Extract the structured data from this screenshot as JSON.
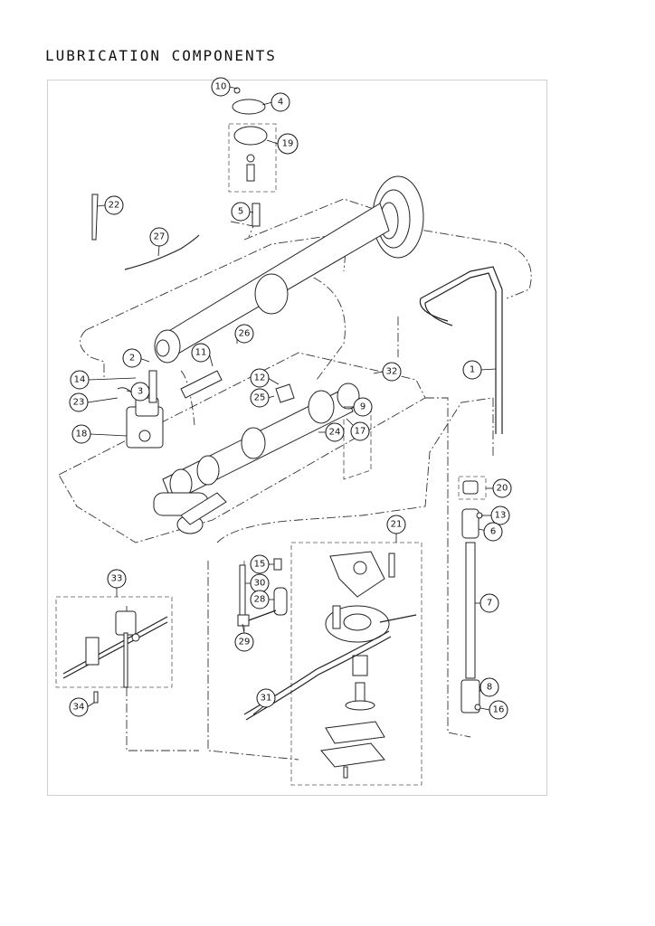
{
  "title": "LUBRICATION COMPONENTS",
  "callouts": [
    {
      "id": "10",
      "label": "10"
    },
    {
      "id": "4",
      "label": "4"
    },
    {
      "id": "19",
      "label": "19"
    },
    {
      "id": "22",
      "label": "22"
    },
    {
      "id": "5",
      "label": "5"
    },
    {
      "id": "27",
      "label": "27"
    },
    {
      "id": "26",
      "label": "26"
    },
    {
      "id": "2",
      "label": "2"
    },
    {
      "id": "11",
      "label": "11"
    },
    {
      "id": "14",
      "label": "14"
    },
    {
      "id": "3",
      "label": "3"
    },
    {
      "id": "23",
      "label": "23"
    },
    {
      "id": "12",
      "label": "12"
    },
    {
      "id": "25",
      "label": "25"
    },
    {
      "id": "32",
      "label": "32"
    },
    {
      "id": "1",
      "label": "1"
    },
    {
      "id": "9",
      "label": "9"
    },
    {
      "id": "17",
      "label": "17"
    },
    {
      "id": "24",
      "label": "24"
    },
    {
      "id": "18",
      "label": "18"
    },
    {
      "id": "20",
      "label": "20"
    },
    {
      "id": "21",
      "label": "21"
    },
    {
      "id": "13",
      "label": "13"
    },
    {
      "id": "6",
      "label": "6"
    },
    {
      "id": "33",
      "label": "33"
    },
    {
      "id": "15",
      "label": "15"
    },
    {
      "id": "30",
      "label": "30"
    },
    {
      "id": "28",
      "label": "28"
    },
    {
      "id": "7",
      "label": "7"
    },
    {
      "id": "29",
      "label": "29"
    },
    {
      "id": "31",
      "label": "31"
    },
    {
      "id": "8",
      "label": "8"
    },
    {
      "id": "34",
      "label": "34"
    },
    {
      "id": "16",
      "label": "16"
    }
  ]
}
